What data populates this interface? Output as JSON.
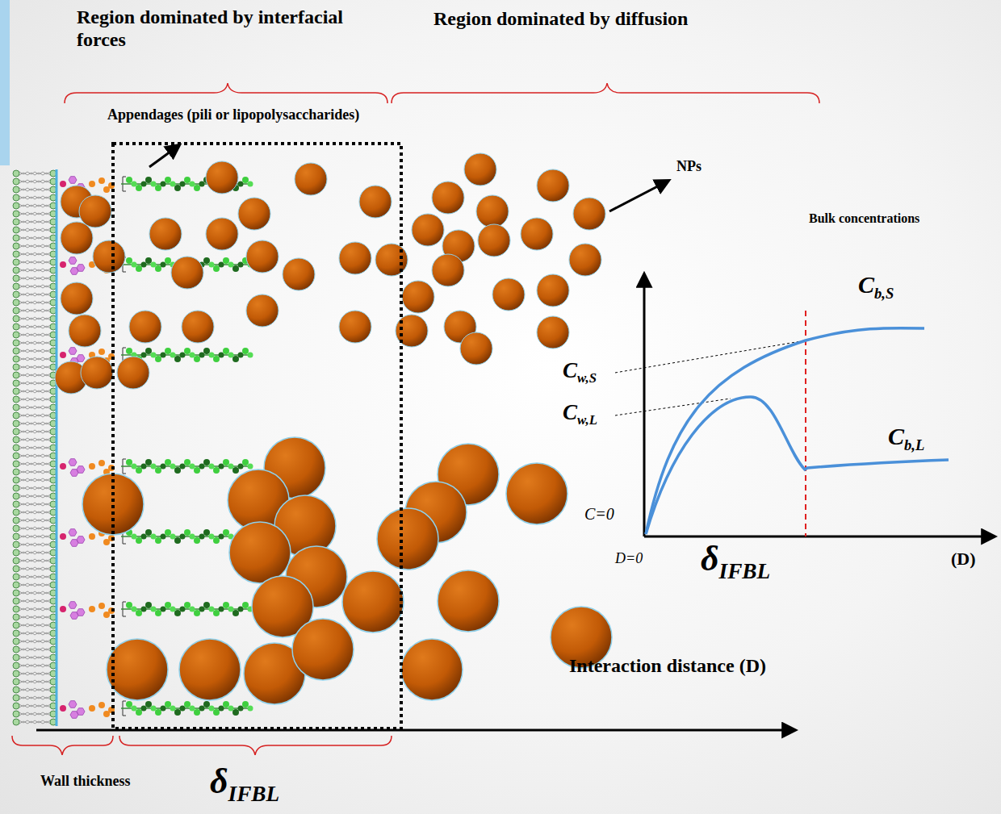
{
  "diagram": {
    "labels": [
      "Region dominated by interfacial forces",
      "Region dominated by diffusion",
      "Appendages (pili or lipopolysaccharides)",
      "NPs",
      "Bulk concentrations",
      "Cb,S",
      "Cw,S",
      "Cw,L",
      "Cb,L",
      "C=0",
      "D=0",
      "δIFBL",
      "(D)",
      "Interaction distance (D)",
      "Wall thickness",
      "δIFBL"
    ]
  }
}
